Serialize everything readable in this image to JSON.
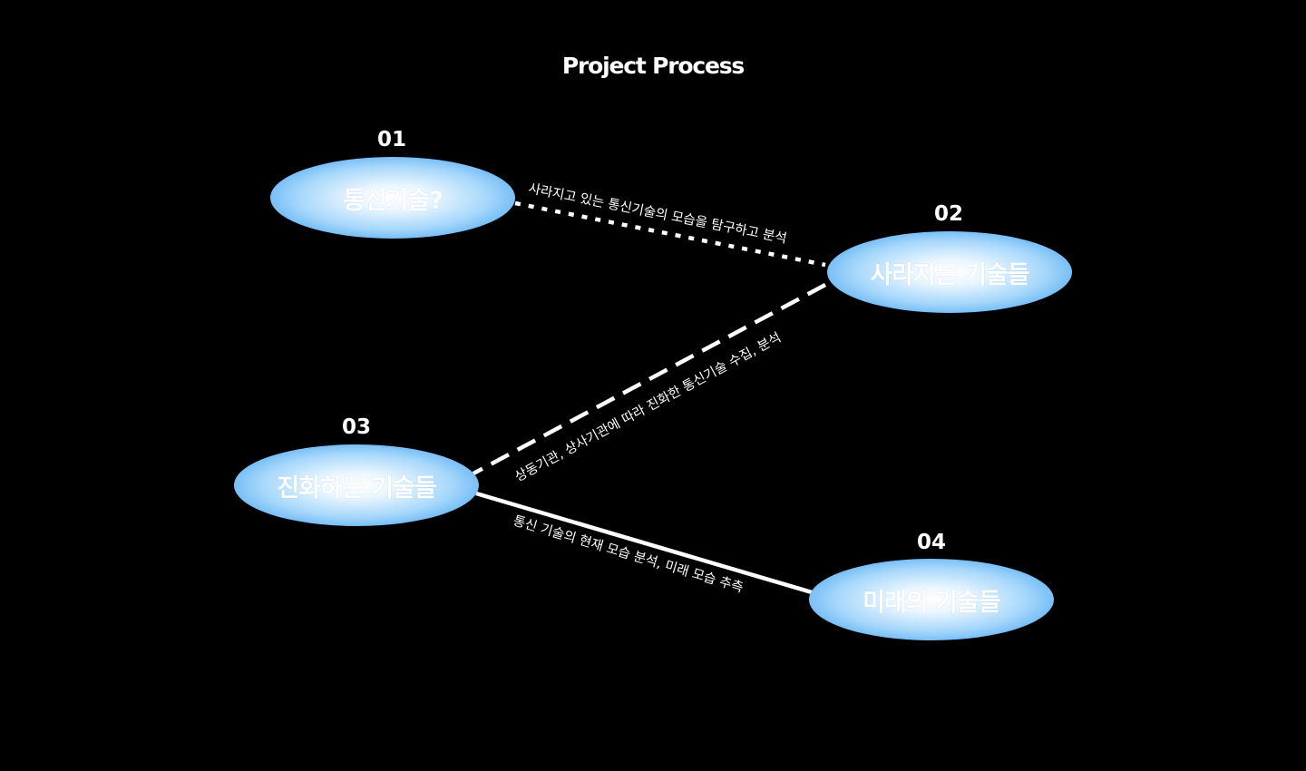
{
  "title": "Project Process",
  "colors": {
    "background": "#000000",
    "node_fill": "#4fa9f2",
    "line": "#ffffff",
    "text": "#ffffff"
  },
  "steps": [
    {
      "number": "01",
      "label": "통신기술?"
    },
    {
      "number": "02",
      "label": "사라지는 기술들"
    },
    {
      "number": "03",
      "label": "진화하는 기술들"
    },
    {
      "number": "04",
      "label": "미래의 기술들"
    }
  ],
  "connections": [
    {
      "from": "01",
      "to": "02",
      "style": "dotted",
      "label": "사라지고 있는 통신기술의 모습을 탐구하고 분석"
    },
    {
      "from": "02",
      "to": "03",
      "style": "dashed",
      "label": "상동기관, 상사기관에 따라 진화한 통신기술 수집, 분석"
    },
    {
      "from": "03",
      "to": "04",
      "style": "solid",
      "label": "통신 기술의 현재 모습 분석, 미래 모습 추측"
    }
  ]
}
